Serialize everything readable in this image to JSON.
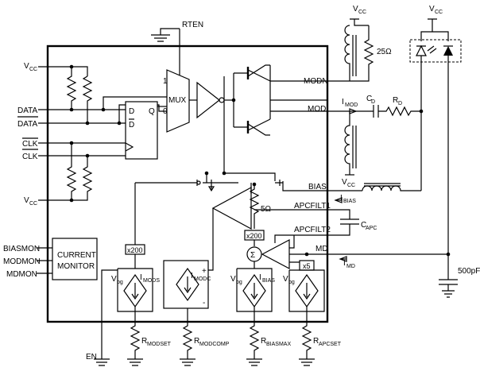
{
  "labels": {
    "rten": "RTEN",
    "vcc": "V",
    "vcc_sub": "CC",
    "data": "DATA",
    "data_bar": "DATA",
    "clk": "CLK",
    "clk_bar": "CLK",
    "mux": "MUX",
    "mux_in1": "1",
    "mux_in0": "0",
    "ff_d": "D",
    "ff_dbar": "D",
    "ff_q": "Q",
    "modn": "MODN",
    "mod": "MOD",
    "imod": "I",
    "imod_sub": "MOD",
    "cd": "C",
    "cd_sub": "D",
    "rd": "R",
    "rd_sub": "D",
    "r25": "25Ω",
    "bias": "BIAS",
    "ibias": "I",
    "ibias_sub": "BIAS",
    "apcfilt1": "APCFILT1",
    "apcfilt2": "APCFILT2",
    "capc": "C",
    "capc_sub": "APC",
    "md": "MD",
    "imd": "I",
    "imd_sub": "MD",
    "c500": "500pF",
    "r5": "5Ω",
    "x200a": "x200",
    "x200b": "x200",
    "x5": "x5",
    "sigma": "Σ",
    "plus": "+",
    "minus": "-",
    "biasmon": "BIASMON",
    "modmon": "MODMON",
    "mdmon": "MDMON",
    "cm_line1": "CURRENT",
    "cm_line2": "MONITOR",
    "vbg": "V",
    "vbg_sub": "bg",
    "imods": "I",
    "imods_sub": "MODS",
    "imodc": "I",
    "imodc_sub": "MODC",
    "ibiass": "I",
    "ibiass_sub": "BIAS",
    "rmodset": "R",
    "rmodset_sub": "MODSET",
    "rmodcomp": "R",
    "rmodcomp_sub": "MODCOMP",
    "rbiasmax": "R",
    "rbiasmax_sub": "BIASMAX",
    "rapcset": "R",
    "rapcset_sub": "APCSET",
    "en": "EN"
  }
}
